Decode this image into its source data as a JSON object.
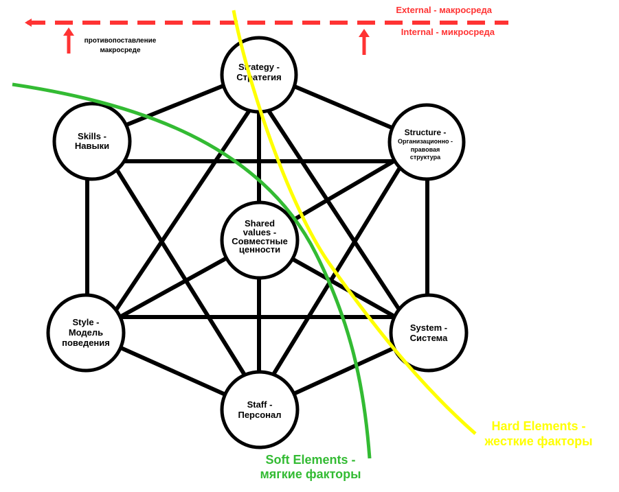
{
  "colors": {
    "lines": "#000000",
    "node_fill": "#ffffff",
    "boundary": "#ff3333",
    "hard": "#ffff00",
    "soft": "#33bb33"
  },
  "boundary": {
    "external_label": "External - макросреда",
    "internal_label": "Internal - микросреда",
    "note_line1": "противопоставление",
    "note_line2": "макросреде"
  },
  "nodes": {
    "strategy": {
      "line1": "Strategy -",
      "line2": "Стратегия"
    },
    "structure": {
      "line1": "Structure -",
      "line2": "Организационно -",
      "line3": "правовая",
      "line4": "структура"
    },
    "skills": {
      "line1": "Skills -",
      "line2": "Навыки"
    },
    "shared": {
      "line1": "Shared",
      "line2": "values -",
      "line3": "Совместные",
      "line4": "ценности"
    },
    "style": {
      "line1": "Style -",
      "line2": "Модель",
      "line3": "поведения"
    },
    "system": {
      "line1": "System -",
      "line2": "Система"
    },
    "staff": {
      "line1": "Staff -",
      "line2": "Персонал"
    }
  },
  "hard_label": {
    "line1": "Hard Elements -",
    "line2": "жесткие факторы"
  },
  "soft_label": {
    "line1": "Soft Elements -",
    "line2": "мягкие факторы"
  }
}
